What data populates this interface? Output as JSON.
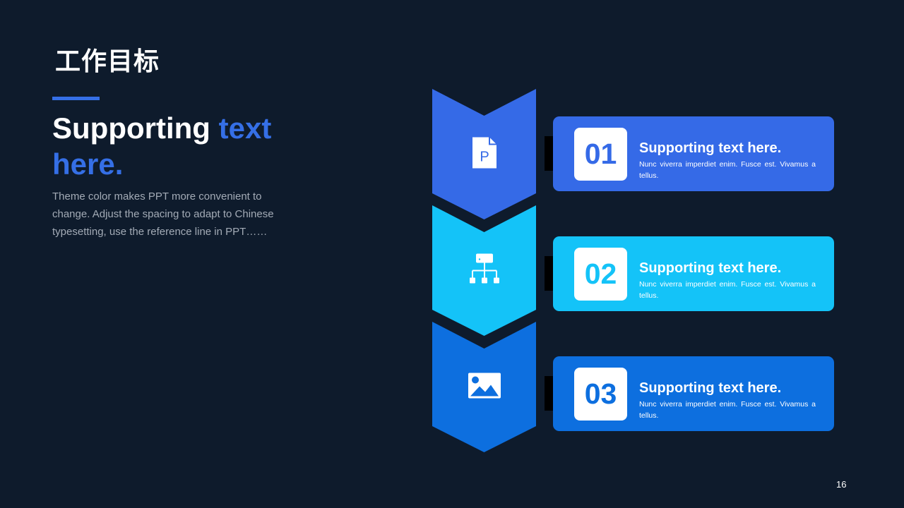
{
  "slide": {
    "title": "工作目标",
    "page_number": "16"
  },
  "headline": {
    "part1": "Supporting ",
    "part2": "text",
    "part3": "here."
  },
  "description": "Theme color makes PPT more convenient to change. Adjust the spacing to adapt to Chinese typesetting, use the reference line in PPT……",
  "steps": [
    {
      "number": "01",
      "title": "Supporting text here.",
      "body": "Nunc viverra imperdiet enim. Fusce est. Vivamus a tellus.",
      "icon": "ppt-file-icon",
      "color": "#356ae7"
    },
    {
      "number": "02",
      "title": "Supporting text here.",
      "body": "Nunc viverra imperdiet enim. Fusce est. Vivamus a tellus.",
      "icon": "network-hierarchy-icon",
      "color": "#14c3f8"
    },
    {
      "number": "03",
      "title": "Supporting text here.",
      "body": "Nunc viverra imperdiet enim. Fusce est. Vivamus a tellus.",
      "icon": "image-icon",
      "color": "#0d6fdf"
    }
  ],
  "colors": {
    "background": "#0e1b2c",
    "accent": "#356fe6",
    "text": "#ffffff",
    "muted_text": "#a3abb6"
  }
}
